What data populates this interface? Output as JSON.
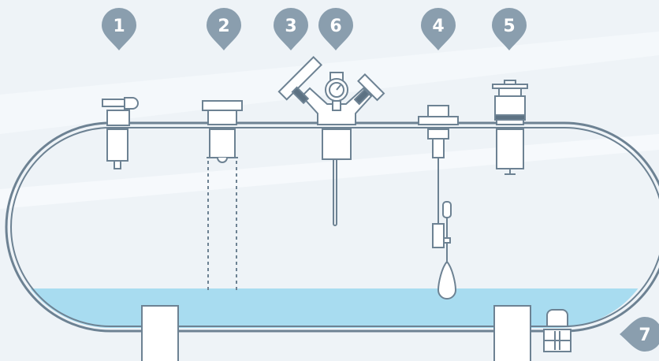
{
  "colors": {
    "background": "#eef3f7",
    "outline": "#6d8293",
    "marker": "#8a9eae",
    "liquid": "#a8dcf0",
    "part_fill": "#ffffff",
    "gauge_accent": "#5d7283"
  },
  "markers": [
    {
      "id": "m1",
      "label": "1"
    },
    {
      "id": "m2",
      "label": "2"
    },
    {
      "id": "m3",
      "label": "3"
    },
    {
      "id": "m6",
      "label": "6"
    },
    {
      "id": "m4",
      "label": "4"
    },
    {
      "id": "m5",
      "label": "5"
    },
    {
      "id": "m7",
      "label": "7"
    }
  ],
  "icons": {
    "tank": "horizontal-storage-tank",
    "liquid": "liquid-level",
    "components": [
      "fitting-1-icon",
      "dip-tube-2-icon",
      "manifold-valve-3-6-icon",
      "float-gauge-4-icon",
      "relief-valve-5-icon",
      "drain-valve-7-icon"
    ]
  }
}
